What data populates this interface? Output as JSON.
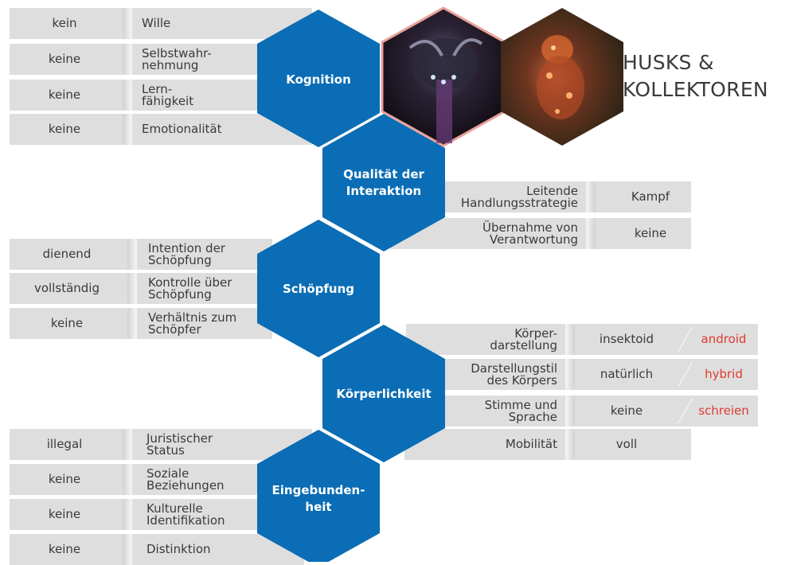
{
  "title": {
    "line1": "HUSKS &",
    "line2": "KOLLEKTOREN"
  },
  "hexagons": {
    "kognition": "Kognition",
    "interaktion_1": "Qualität der",
    "interaktion_2": "Interaktion",
    "schoepfung": "Schöpfung",
    "koerperlichkeit": "Körperlichkeit",
    "eingebunden_1": "Eingebunden-",
    "eingebunden_2": "heit"
  },
  "kognition": [
    {
      "value": "kein",
      "label_1": "Wille",
      "label_2": ""
    },
    {
      "value": "keine",
      "label_1": "Selbstwahr-",
      "label_2": "nehmung"
    },
    {
      "value": "keine",
      "label_1": "Lern-",
      "label_2": "fähigkeit"
    },
    {
      "value": "keine",
      "label_1": "Emotionalität",
      "label_2": ""
    }
  ],
  "interaktion": [
    {
      "label_1": "Leitende",
      "label_2": "Handlungsstrategie",
      "value": "Kampf"
    },
    {
      "label_1": "Übernahme von",
      "label_2": "Verantwortung",
      "value": "keine"
    }
  ],
  "schoepfung": [
    {
      "value": "dienend",
      "label_1": "Intention der",
      "label_2": "Schöpfung"
    },
    {
      "value": "vollständig",
      "label_1": "Kontrolle über",
      "label_2": "Schöpfung"
    },
    {
      "value": "keine",
      "label_1": "Verhältnis zum",
      "label_2": "Schöpfer"
    }
  ],
  "koerperlichkeit": [
    {
      "label_1": "Körper-",
      "label_2": "darstellung",
      "value": "insektoid",
      "alt": "android"
    },
    {
      "label_1": "Darstellungstil",
      "label_2": "des Körpers",
      "value": "natürlich",
      "alt": "hybrid"
    },
    {
      "label_1": "Stimme und",
      "label_2": "Sprache",
      "value": "keine",
      "alt": "schreien"
    },
    {
      "label_1": "Mobilität",
      "label_2": "",
      "value": "voll",
      "alt": ""
    }
  ],
  "eingebundenheit": [
    {
      "value": "illegal",
      "label_1": "Juristischer",
      "label_2": "Status"
    },
    {
      "value": "keine",
      "label_1": "Soziale",
      "label_2": "Beziehungen"
    },
    {
      "value": "keine",
      "label_1": "Kulturelle",
      "label_2": "Identifikation"
    },
    {
      "value": "keine",
      "label_1": "Distinktion",
      "label_2": ""
    }
  ],
  "colors": {
    "hex_blue": "#0a6db5",
    "accent_red": "#e03b2f",
    "row_gray": "#dedede",
    "image_border": "#e8a19a"
  },
  "images": {
    "husk": "husk-creature-image",
    "collector": "collector-creature-image"
  }
}
